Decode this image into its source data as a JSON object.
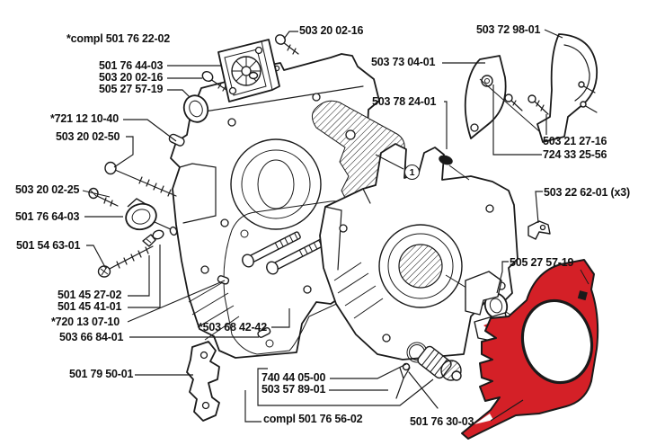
{
  "colors": {
    "line": "#1a1a1a",
    "highlight_red": "#d42027",
    "background": "#ffffff",
    "text": "#111111"
  },
  "callout": {
    "number": "1"
  },
  "labels": [
    {
      "part": "crankcase-assembly",
      "prefix": "*compl ",
      "number": "501 76 22-02"
    },
    {
      "part": "oil-pump-plate",
      "number": "501 76 44-03"
    },
    {
      "part": "screw-plate",
      "number": "503 20 02-16"
    },
    {
      "part": "seal-left",
      "number": "505 27 57-19"
    },
    {
      "part": "guide-pin",
      "number": "*721 12 10-40"
    },
    {
      "part": "bolt-long",
      "number": "503 20 02-50"
    },
    {
      "part": "screw-small",
      "number": "503 20 02-25"
    },
    {
      "part": "oil-pump-body",
      "number": "501 76 64-03"
    },
    {
      "part": "screw-long",
      "number": "501 54 63-01"
    },
    {
      "part": "washer",
      "number": "501 45 27-02"
    },
    {
      "part": "clip",
      "number": "501 45 41-01"
    },
    {
      "part": "dowel",
      "number": "*720 13 07-10"
    },
    {
      "part": "pin",
      "number": "503 66 84-01"
    },
    {
      "part": "bucking-spike",
      "number": "501 79 50-01"
    },
    {
      "part": "screw-top",
      "number": "503 20 02-16"
    },
    {
      "part": "chain-catcher",
      "number": "503 73 04-01"
    },
    {
      "part": "buffer-plug",
      "number": "503 78 24-01"
    },
    {
      "part": "guard-cover",
      "number": "503 72 98-01"
    },
    {
      "part": "screw-guard-a",
      "number": "503 21 27-16"
    },
    {
      "part": "screw-guard-b",
      "number": "724 33 25-56"
    },
    {
      "part": "clip-plate",
      "number": "503 22 62-01",
      "suffix": " (x3)"
    },
    {
      "part": "seal-right",
      "number": "505 27 57-19"
    },
    {
      "part": "gasket",
      "number": "*503 68 42-42"
    },
    {
      "part": "worm-gear",
      "number": "740 44 05-00"
    },
    {
      "part": "pump-drive-fork",
      "number": "503 57 89-01"
    },
    {
      "part": "oil-pump-complete",
      "prefix": "compl ",
      "number": "501 76 56-02"
    },
    {
      "part": "inner-guide-plate",
      "number": "501 76 30-03"
    }
  ]
}
